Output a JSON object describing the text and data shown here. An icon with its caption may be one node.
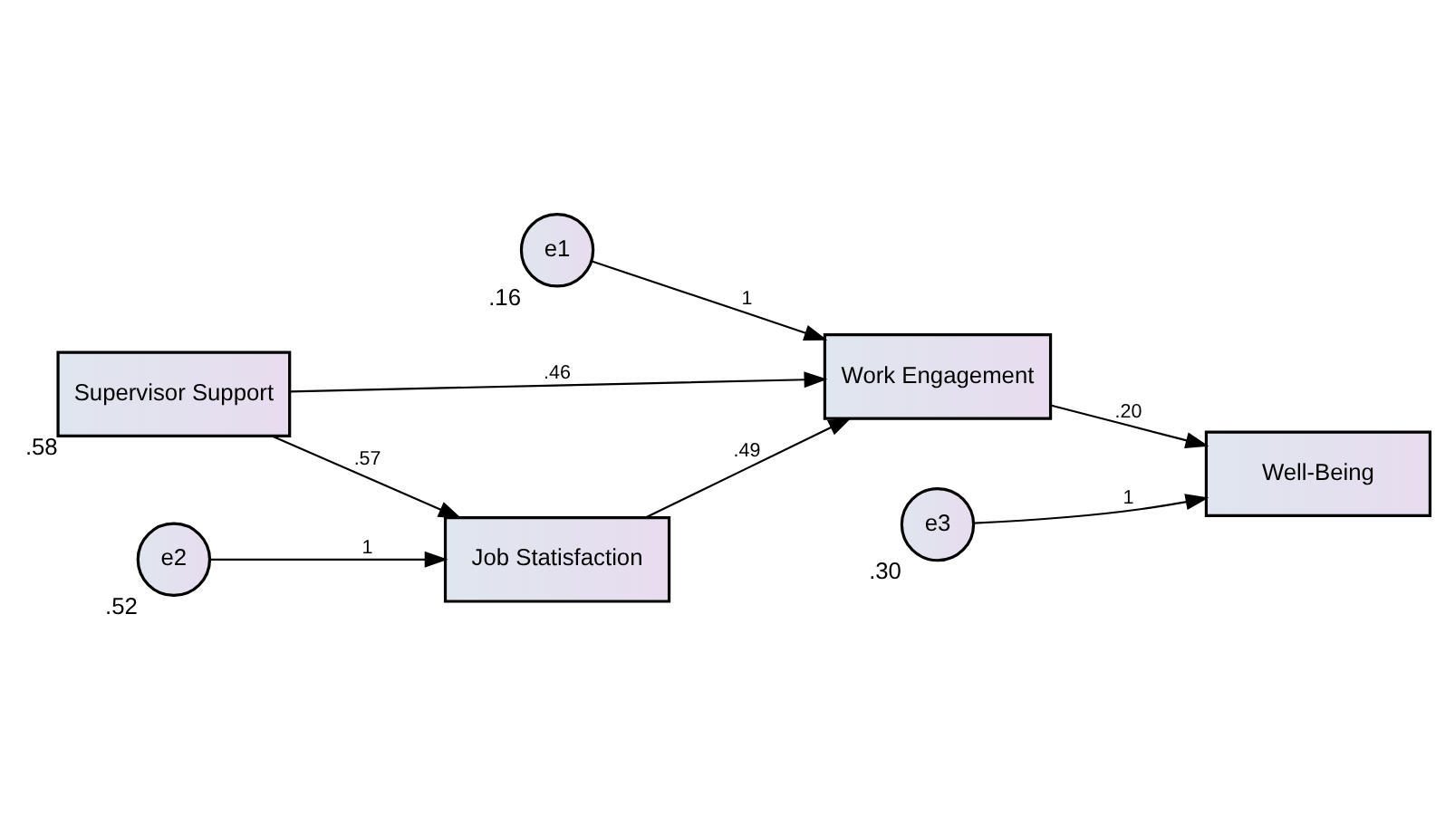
{
  "diagram": {
    "nodes": [
      {
        "text": [
          "e1"
        ],
        "beside": [
          ".16"
        ]
      },
      {
        "text": [
          "e3"
        ],
        "beside": [
          ".30"
        ]
      },
      {
        "text": [
          "Supervisor Support"
        ],
        "beside": [
          ".58"
        ]
      },
      {
        "text": [
          "Work Engagement"
        ]
      },
      {
        "text": [
          "Well-Being"
        ]
      },
      {
        "text": [
          "Job Statisfaction"
        ]
      },
      {
        "text": [
          "e2"
        ],
        "beside": [
          ".52"
        ]
      }
    ],
    "edges": [
      {
        "from": 2,
        "to": 3,
        "arrow": "to",
        "label": ".46"
      },
      {
        "from": 3,
        "to": 4,
        "arrow": "to",
        "label": ".20"
      },
      {
        "from": 2,
        "to": 5,
        "arrow": "to",
        "label": ".57"
      },
      {
        "from": 5,
        "to": 3,
        "arrow": "to",
        "label": ".49"
      },
      {
        "from": 0,
        "to": 3,
        "arrow": "to",
        "label": "1"
      },
      {
        "from": 1,
        "to": 4,
        "arrow": "to",
        "label": "1"
      },
      {
        "from": 6,
        "to": 5,
        "arrow": "to",
        "label": "1"
      }
    ]
  }
}
